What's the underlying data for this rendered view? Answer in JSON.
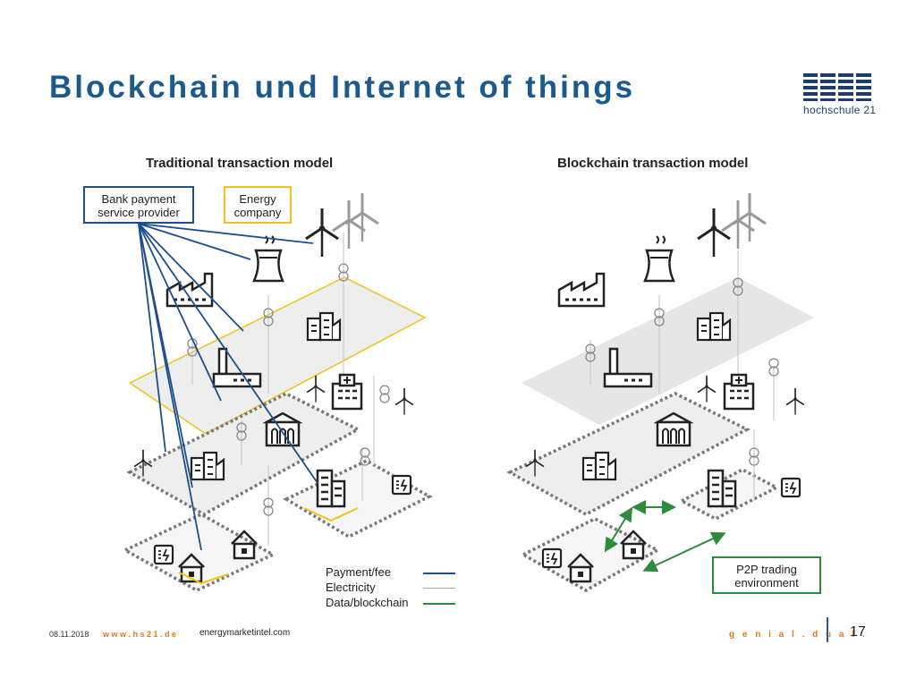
{
  "slide": {
    "title": "Blockchain und Internet of things",
    "logo_text": "hochschule 21",
    "date": "08.11.2018",
    "website": "w w w . h s 2 1 . d e",
    "source": "energymarketintel.com",
    "slogan": "g e n i a l .  d u a l .",
    "page_number": "17"
  },
  "left_panel": {
    "title": "Traditional transaction model",
    "bank_box": "Bank payment service provider",
    "energy_box": "Energy company"
  },
  "right_panel": {
    "title": "Blockchain transaction model",
    "p2p_box": "P2P trading environment"
  },
  "legend": {
    "payment": "Payment/fee",
    "electricity": "Electricity",
    "data": "Data/blockchain"
  },
  "colors": {
    "title_blue": "#1c5a8e",
    "payment_blue": "#1b4f8f",
    "energy_yellow": "#f2c21a",
    "blockchain_green": "#2e8b3e",
    "grid_gray": "#aaaaaa",
    "footer_orange": "#e07a1f",
    "plane_fill": "#eeeeee"
  }
}
